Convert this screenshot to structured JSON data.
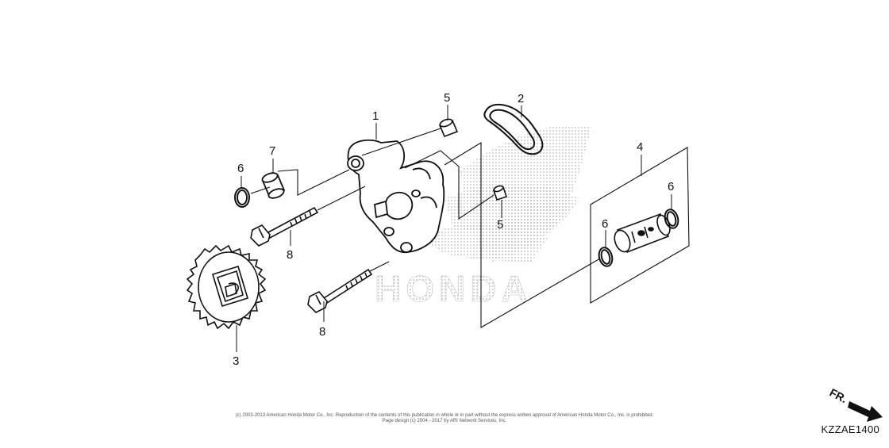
{
  "diagram": {
    "callouts": [
      {
        "id": "c1",
        "label": "1"
      },
      {
        "id": "c2",
        "label": "2"
      },
      {
        "id": "c3",
        "label": "3"
      },
      {
        "id": "c4",
        "label": "4"
      },
      {
        "id": "c5a",
        "label": "5"
      },
      {
        "id": "c5b",
        "label": "5"
      },
      {
        "id": "c6a",
        "label": "6"
      },
      {
        "id": "c6b",
        "label": "6"
      },
      {
        "id": "c6c",
        "label": "6"
      },
      {
        "id": "c7",
        "label": "7"
      },
      {
        "id": "c8a",
        "label": "8"
      },
      {
        "id": "c8b",
        "label": "8"
      }
    ],
    "watermark_text": "HONDA",
    "front_indicator": "FR.",
    "diagram_code": "KZZAE1400",
    "copyright_line1": "(c) 2003-2013 American Honda Motor Co., Inc. Reproduction of the contents of this publication in whole or in part without the express written approval of American Honda Motor Co., Inc. is prohibited.",
    "copyright_line2": "Page design (c) 2004 - 2017 by ARI Network Services, Inc."
  },
  "colors": {
    "line": "#111111",
    "watermark": "#bdbdbd",
    "background": "#ffffff"
  }
}
